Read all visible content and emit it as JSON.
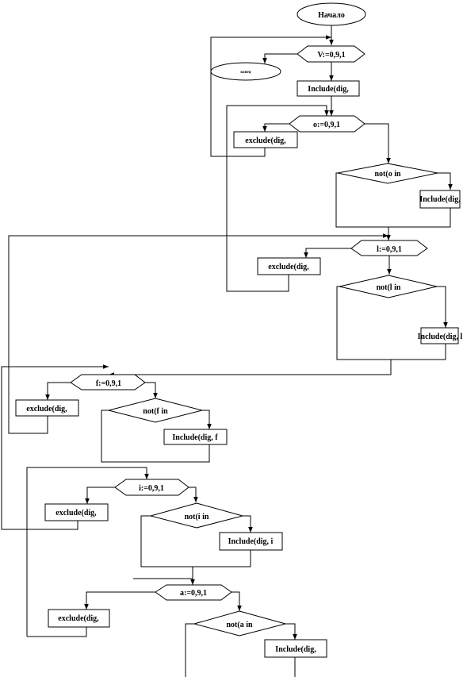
{
  "labels": {
    "start": "Начало",
    "end": "конец",
    "loop_v": "V:=0,9,1",
    "include_v": "Include(dig,",
    "loop_o": "o:=0,9,1",
    "exclude_v": "exclude(dig,",
    "cond_o": "not(o in",
    "include_o": "Include(dig,",
    "loop_l": "l:=0,9,1",
    "exclude_o": "exclude(dig,",
    "cond_l": "not(l in",
    "include_l": "Include(dig, l",
    "loop_f": "f:=0,9,1",
    "exclude_l": "exclude(dig,",
    "cond_f": "not(f in",
    "include_f": "Include(dig, f",
    "loop_i": "i:=0,9,1",
    "exclude_f": "exclude(dig,",
    "cond_i": "not(i in",
    "include_i": "Include(dig, i",
    "loop_a": "a:=0,9,1",
    "exclude_i": "exclude(dig,",
    "cond_a": "not(a in",
    "include_a": "Include(dig,"
  }
}
